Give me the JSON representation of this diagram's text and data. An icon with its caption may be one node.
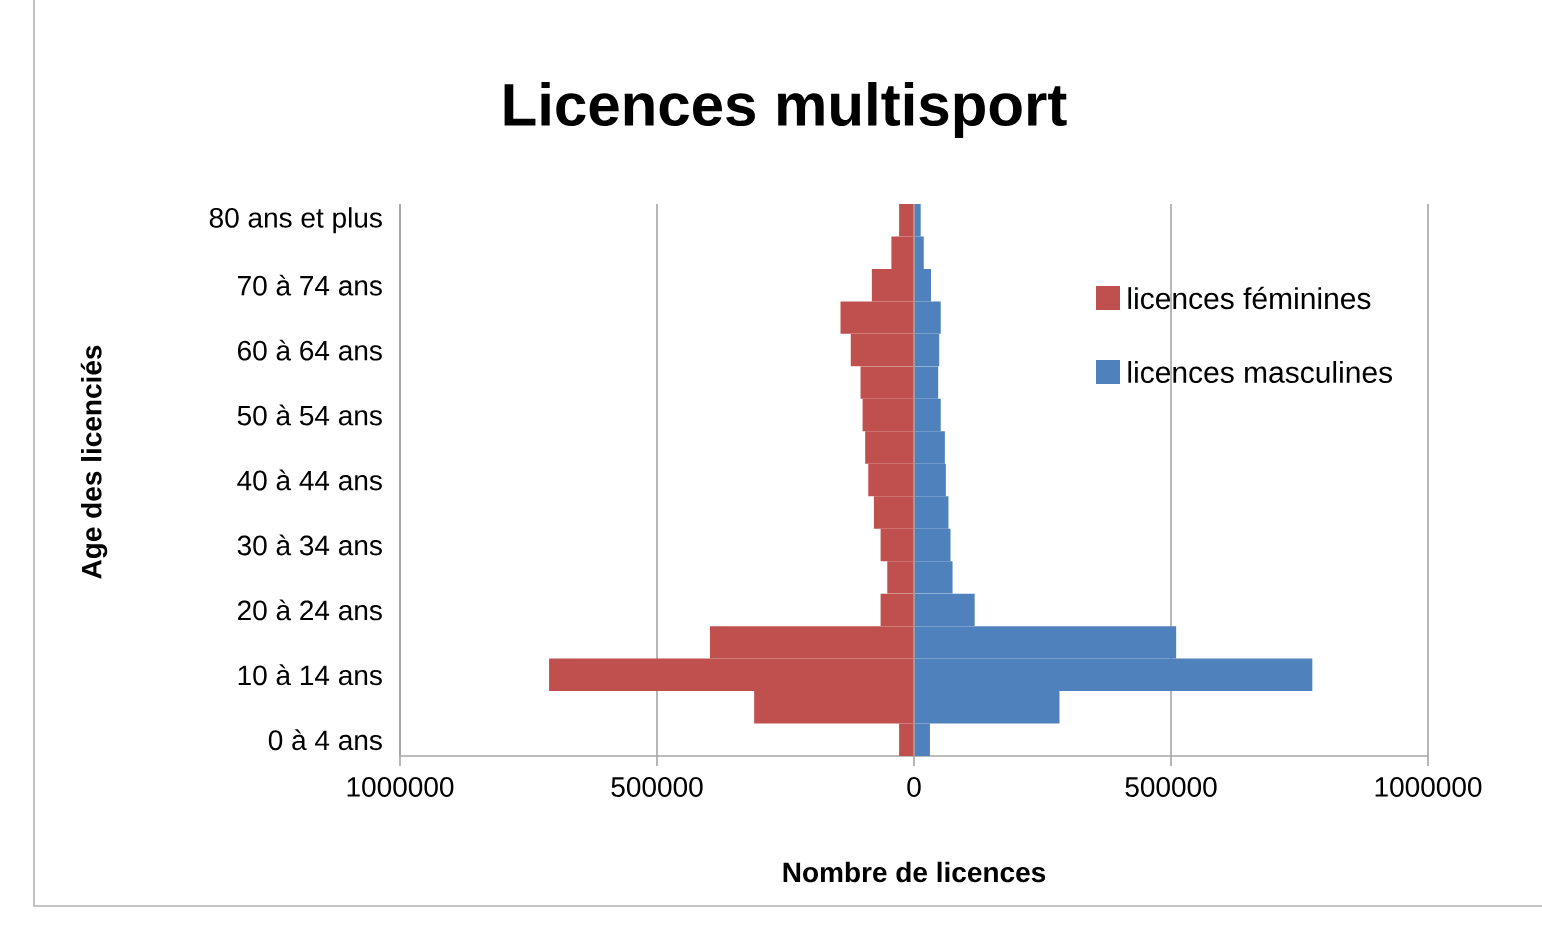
{
  "diagram": {
    "chart_data": {
      "type": "bar",
      "orientation": "horizontal",
      "stacked": true,
      "grid": true,
      "legend": true,
      "title": "Licences multisport",
      "xlabel": "Nombre de licences",
      "ylabel": "Age des licenciés",
      "categories": [
        "80 ans et plus",
        null,
        "70 à 74 ans",
        null,
        "60 à 64 ans",
        null,
        "50 à 54 ans",
        null,
        "40 à 44 ans",
        null,
        "30 à 34 ans",
        null,
        "20 à 24 ans",
        null,
        "10 à 14 ans",
        null,
        "0 à 4 ans"
      ],
      "series": [
        {
          "name": "licences féminines",
          "color": "#c0504d",
          "values": [
            -29000,
            -44000,
            -82000,
            -143000,
            -123000,
            -104000,
            -100000,
            -95000,
            -89000,
            -78000,
            -65000,
            -52000,
            -65000,
            -397000,
            -710000,
            -311000,
            -29000
          ]
        },
        {
          "name": "licences masculines",
          "color": "#4f81bd",
          "values": [
            13000,
            19000,
            33000,
            52000,
            49000,
            47000,
            52000,
            60000,
            62000,
            67000,
            71000,
            75000,
            118000,
            510000,
            775000,
            283000,
            31000
          ]
        }
      ],
      "xlim": [
        -1000000,
        1000000
      ],
      "xticks": [
        {
          "value": -1000000,
          "label": "1000000"
        },
        {
          "value": -500000,
          "label": "500000"
        },
        {
          "value": 0,
          "label": "0"
        },
        {
          "value": 500000,
          "label": "500000"
        },
        {
          "value": 1000000,
          "label": "1000000"
        }
      ]
    }
  }
}
